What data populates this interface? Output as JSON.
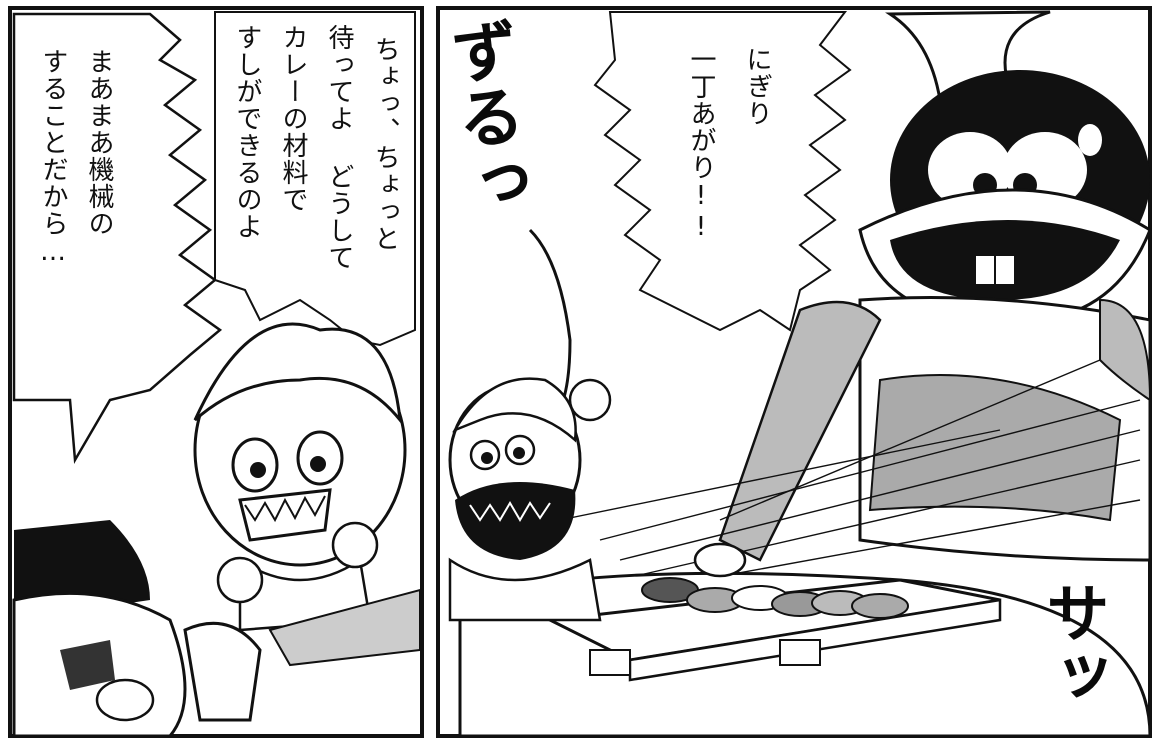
{
  "left_panel": {
    "bubble_lines": [
      "ちょっ、ちょっと",
      "待ってよ どうして",
      "カレーの材料で",
      "すしができるのよ"
    ],
    "reply_lines": [
      "まあまあ機械の",
      "することだから…"
    ]
  },
  "right_panel": {
    "bubble_lines": [
      "にぎり",
      "一丁あがり!!"
    ],
    "sfx_slurp": "ずるっ",
    "sfx_swish": "サッ"
  }
}
